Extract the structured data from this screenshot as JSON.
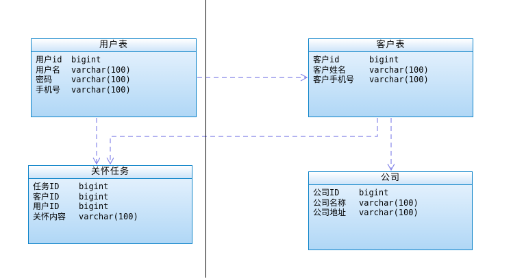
{
  "colors": {
    "border-blue": "#0a82c8",
    "connector": "#8585e8",
    "divider": "#000000",
    "hdr-top": "#ffffff",
    "hdr-bot": "#cde4f9",
    "body-top": "#ecf5fe",
    "body-bot": "#b0d7f6"
  },
  "tables": [
    {
      "title": "用户表",
      "fields": [
        {
          "name": "用户id",
          "type": "bigint"
        },
        {
          "name": "用户名",
          "type": "varchar(100)"
        },
        {
          "name": "密码",
          "type": "varchar(100)"
        },
        {
          "name": "手机号",
          "type": "varchar(100)"
        }
      ]
    },
    {
      "title": "客户表",
      "fields": [
        {
          "name": "客户id",
          "type": "bigint"
        },
        {
          "name": "客户姓名",
          "type": "varchar(100)"
        },
        {
          "name": "客户手机号",
          "type": "varchar(100)"
        }
      ]
    },
    {
      "title": "关怀任务",
      "fields": [
        {
          "name": "任务ID",
          "type": "bigint"
        },
        {
          "name": "客户ID",
          "type": "bigint"
        },
        {
          "name": "用户ID",
          "type": "bigint"
        },
        {
          "name": "关怀内容",
          "type": "varchar(100)"
        }
      ]
    },
    {
      "title": "公司",
      "fields": [
        {
          "name": "公司ID",
          "type": "bigint"
        },
        {
          "name": "公司名称",
          "type": "varchar(100)"
        },
        {
          "name": "公司地址",
          "type": "varchar(100)"
        }
      ]
    }
  ],
  "connectors": [
    {
      "from": "用户表",
      "to": "客户表",
      "style": "dashed-arrow"
    },
    {
      "from": "用户表",
      "to": "关怀任务",
      "style": "dashed-arrow"
    },
    {
      "from": "客户表",
      "to": "关怀任务",
      "style": "dashed-arrow"
    },
    {
      "from": "客户表",
      "to": "公司",
      "style": "dashed-arrow"
    }
  ]
}
